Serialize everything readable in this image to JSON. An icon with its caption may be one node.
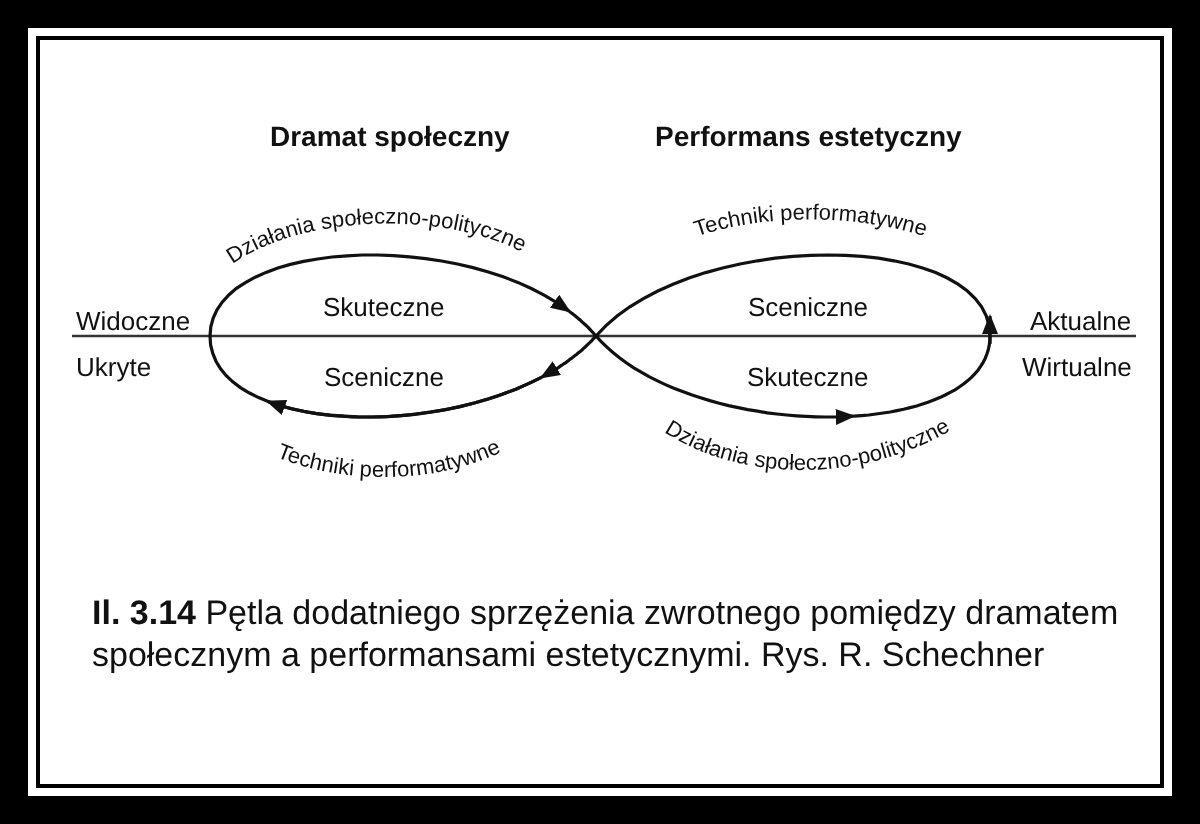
{
  "diagram": {
    "caption": "**Il. 3.14** Pętla dodatniego sprzężenia zwrotnego pomiędzy dramatem społecznym a performansami estetycznymi. Rys. R. Schechner",
    "labels": [
      "Dramat społeczny",
      "Performans estetyczny",
      "Działania społeczno-polityczne",
      "Techniki performatywne",
      "Widoczne",
      "Skuteczne",
      "Sceniczne",
      "Aktualne",
      "Ukryte",
      "Sceniczne",
      "Skuteczne",
      "Wirtualne",
      "Techniki performatywne",
      "Działania społeczno-polityczne"
    ]
  }
}
